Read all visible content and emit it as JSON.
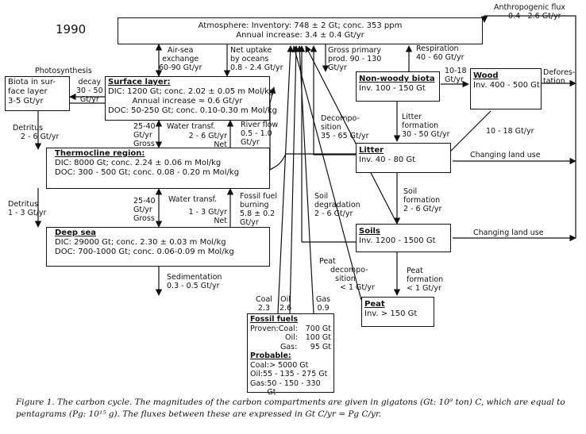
{
  "year": "1990",
  "nodes": {
    "atmosphere": {
      "line1": "Atmosphere: Inventory: 748 ± 2 Gt; conc. 353 ppm",
      "line2": "Annual increase: 3.4 ± 0.4 Gt/yr"
    },
    "biota": {
      "line1": "Biota in sur-",
      "line2": "face layer",
      "line3": "3-5 Gt/yr"
    },
    "surface": {
      "title": "Surface layer:",
      "l1": "DIC: 1200 Gt; conc. 2.02 ± 0.05 m Mol/kg",
      "l2": "Annual increase ≈ 0.6 Gt/yr",
      "l3": "DOC: 50-250 Gt; conc. 0.10-0.30 m Mol/kg"
    },
    "thermocline": {
      "title": "Thermocline region:",
      "l1": "DIC: 8000 Gt; conc. 2.24 ± 0.06 m Mol/kg",
      "l2": "DOC: 300 - 500 Gt; conc. 0.08 - 0.20 m Mol/kg"
    },
    "deepsea": {
      "title": "Deep sea",
      "l1": "DIC: 29000 Gt; conc. 2.30 ± 0.03 m Mol/kg",
      "l2": "DOC: 700-1000 Gt; conc. 0.06-0.09 m Mol/kg"
    },
    "nonwoody": {
      "title": "Non-woody biota",
      "l1": "Inv. 100 - 150 Gt"
    },
    "wood": {
      "title": "Wood",
      "l1": "Inv. 400 - 500 Gt"
    },
    "litter": {
      "title": "Litter",
      "l1": "Inv. 40 - 80 Gt"
    },
    "soils": {
      "title": "Soils",
      "l1": "Inv. 1200 - 1500 Gt"
    },
    "peat": {
      "title": "Peat",
      "l1": "Inv. > 150 Gt"
    },
    "fossil": {
      "title": "Fossil fuels",
      "proven_label": "Proven:",
      "proven": [
        {
          "k": "Coal:",
          "v": "700 Gt"
        },
        {
          "k": "Oil:",
          "v": "100 Gt"
        },
        {
          "k": "Gas:",
          "v": "95 Gt"
        }
      ],
      "probable_title": "Probable:",
      "probable": [
        {
          "k": "Coal:",
          "v": "> 5000 Gt"
        },
        {
          "k": "Oil:",
          "v": "55 - 135 - 275 Gt"
        },
        {
          "k": "Gas:",
          "v": "50 - 150 - 330 Gt"
        }
      ]
    }
  },
  "flows": {
    "anthropogenic": {
      "l1": "Anthropogenic flux",
      "l2": "0.4 - 2.6 Gt/yr"
    },
    "airsea": {
      "l1": "Air-sea",
      "l2": "exchange",
      "l3": "60-90 Gt/yr"
    },
    "uptake": {
      "l1": "Net uptake",
      "l2": "by oceans",
      "l3": "0.8 - 2.4 Gt/yr"
    },
    "gpp": {
      "l1": "Gross primary",
      "l2": "prod. 90 - 130",
      "l3": "Gt/yr"
    },
    "respiration": {
      "l1": "Respiration",
      "l2": "40 - 60 Gt/yr"
    },
    "photosynthesis": {
      "l1": "Photosynthesis"
    },
    "decay": {
      "l1": "decay",
      "l2": "30 - 50",
      "l3": "Gt/yr"
    },
    "detritus1": {
      "l1": "Detritus",
      "l2": "2 - 6 Gt/yr"
    },
    "detritus2": {
      "l1": "Detritus",
      "l2": "1 - 3 Gt/yr"
    },
    "water1": {
      "label": "Water transf.",
      "l1": "25-40",
      "l2": "Gt/yr",
      "l3": "Gross",
      "n1": "2 - 6 Gt/yr",
      "n2": "Net"
    },
    "river": {
      "l1": "River flow",
      "l2": "0.5 - 1.0",
      "l3": "Gt/yr"
    },
    "water2": {
      "label": "Water transf.",
      "l1": "25-40",
      "l2": "Gt/yr",
      "l3": "Gross",
      "n1": "1 - 3 Gt/yr",
      "n2": "Net"
    },
    "fossilburn": {
      "l1": "Fossil fuel",
      "l2": "burning",
      "l3": "5.8 ± 0.2",
      "l4": "Gt/yr"
    },
    "sedimentation": {
      "l1": "Sedimentation",
      "l2": "0.3 - 0.5 Gt/yr"
    },
    "wood_in": {
      "l1": "10-18",
      "l2": "Gt/yr"
    },
    "deforestation": {
      "l1": "Defores-",
      "l2": "tation"
    },
    "decomposition": {
      "l1": "Decompo-",
      "l2": "sition",
      "l3": "35 - 65 Gt/yr"
    },
    "litterform": {
      "l1": "Litter",
      "l2": "formation",
      "l3": "30 - 50 Gt/yr"
    },
    "wood_litter": {
      "l1": "10 - 18 Gt/yr"
    },
    "landuse1": {
      "l1": "Changing land use"
    },
    "landuse2": {
      "l1": "Changing land use"
    },
    "soildeg": {
      "l1": "Soil",
      "l2": "degradation",
      "l3": "2 - 6 Gt/yr"
    },
    "soilform": {
      "l1": "Soil",
      "l2": "formation",
      "l3": "2 - 6 Gt/yr"
    },
    "peatdecomp": {
      "l1": "Peat",
      "l2": "decompo-",
      "l3": "sition",
      "l4": "< 1 Gt/yr"
    },
    "peatform": {
      "l1": "Peat",
      "l2": "formation",
      "l3": "< 1 Gt/yr"
    },
    "coal": {
      "l1": "Coal",
      "l2": "2.3"
    },
    "oil": {
      "l1": "Oil",
      "l2": "2.6"
    },
    "gas": {
      "l1": "Gas",
      "l2": "0.9"
    }
  },
  "caption": {
    "l1": "Figure 1. The carbon cycle. The magnitudes of the carbon compartments are given in gigatons (Gt: 10⁹ ton) C, which are equal to",
    "l2": "pentagrams (Pg: 10¹⁵ g). The fluxes between these are expressed in Gt C/yr = Pg C/yr."
  }
}
